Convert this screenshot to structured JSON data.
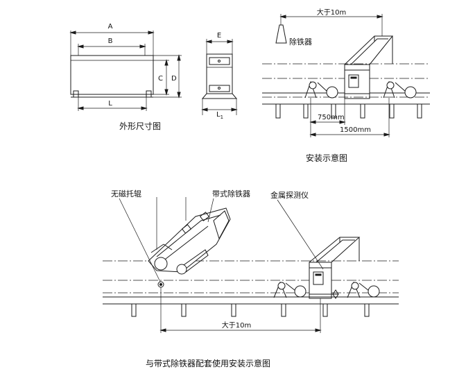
{
  "labels": {
    "dim_a": "A",
    "dim_b": "B",
    "dim_c": "C",
    "dim_d": "D",
    "dim_l": "L",
    "dim_e": "E",
    "dim_l1": "L",
    "dim_l1_sub": "1",
    "iron_remover": "除铁器",
    "greater_10m_top": "大于10m",
    "dim_750": "750mm",
    "dim_1500": "1500mm",
    "non_magnetic_roller": "无磁托辊",
    "belt_iron_remover": "带式除铁器",
    "metal_detector": "金属探测仪",
    "greater_10m_bottom": "大于10m"
  },
  "captions": {
    "outline_dimensions": "外形尺寸图",
    "installation_diagram": "安装示意图",
    "combined_installation": "与带式除铁器配套使用安装示意图"
  }
}
